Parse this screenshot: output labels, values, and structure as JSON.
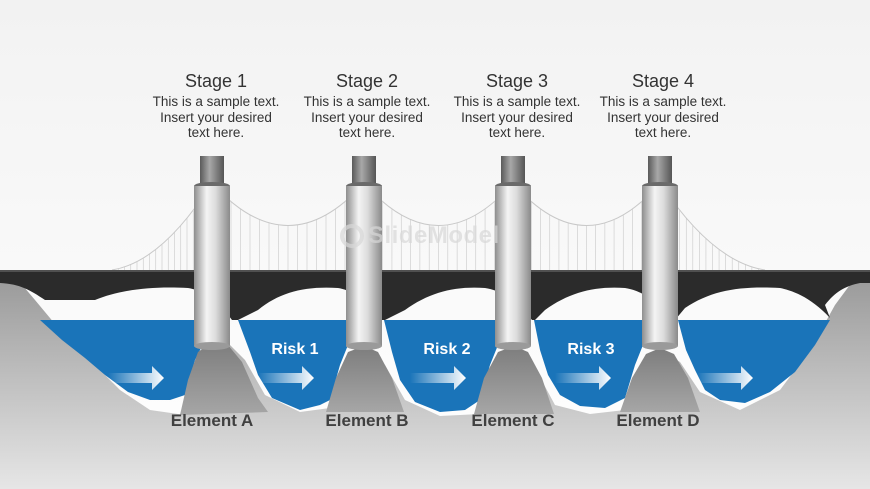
{
  "stages": [
    {
      "title": "Stage 1",
      "text": "This is a sample text.\nInsert your desired\ntext here."
    },
    {
      "title": "Stage 2",
      "text": "This is a sample text.\nInsert your desired\ntext here."
    },
    {
      "title": "Stage 3",
      "text": "This is a sample text.\nInsert your desired\ntext here."
    },
    {
      "title": "Stage 4",
      "text": "This is a sample text.\nInsert your desired\ntext here."
    }
  ],
  "risks": [
    "Risk 1",
    "Risk 2",
    "Risk 3"
  ],
  "elements": [
    "Element A",
    "Element B",
    "Element C",
    "Element D"
  ],
  "watermark": "SlideModel",
  "colors": {
    "water": "#1a74b9",
    "deck": "#2b2b2b",
    "rock": "#8c8c8c",
    "text": "#333333"
  }
}
